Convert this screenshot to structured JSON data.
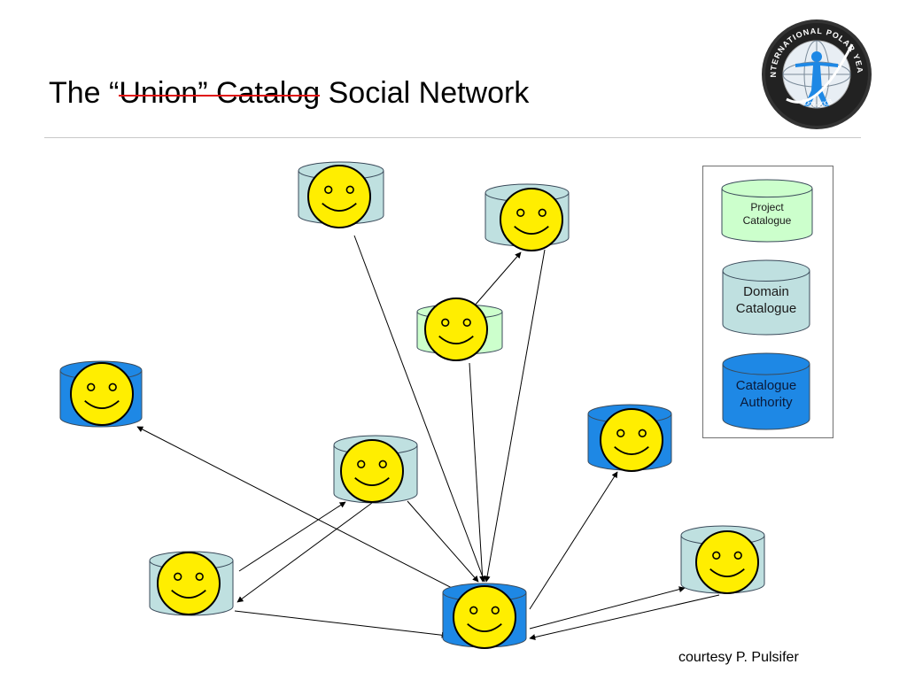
{
  "slide": {
    "title_prefix": "The “",
    "title_struck": "Union” Catalog",
    "title_suffix": " Social Network",
    "credit": "courtesy P. Pulsifer"
  },
  "logo": {
    "ring_text_top": "INTERNATIONAL POLAR YEAR",
    "ring_text_bottom": "2007-2008"
  },
  "legend": {
    "items": [
      {
        "key": "project",
        "lines": [
          "Project",
          "Catalogue"
        ],
        "fill": "#ccffcc"
      },
      {
        "key": "domain",
        "lines": [
          "Domain",
          "Catalogue"
        ],
        "fill": "#bfe0e0"
      },
      {
        "key": "authority",
        "lines": [
          "Catalogue",
          "Authority"
        ],
        "fill": "#1e88e5"
      }
    ]
  },
  "colors": {
    "project": "#ccffcc",
    "domain": "#bfe0e0",
    "authority": "#1e88e5",
    "smiley": "#ffee00",
    "title_strike": "#e01010"
  },
  "nodes": [
    {
      "id": "n1",
      "type": "domain"
    },
    {
      "id": "n2",
      "type": "domain"
    },
    {
      "id": "n3",
      "type": "project"
    },
    {
      "id": "n4",
      "type": "authority"
    },
    {
      "id": "n5",
      "type": "domain"
    },
    {
      "id": "n6",
      "type": "authority"
    },
    {
      "id": "n7",
      "type": "domain"
    },
    {
      "id": "n8",
      "type": "domain"
    },
    {
      "id": "n9",
      "type": "authority"
    }
  ],
  "edges": [
    {
      "from": "n1",
      "to": "n9"
    },
    {
      "from": "n2",
      "to": "n9"
    },
    {
      "from": "n3",
      "to": "n2"
    },
    {
      "from": "n3",
      "to": "n9"
    },
    {
      "from": "n9",
      "to": "n4"
    },
    {
      "from": "n5",
      "to": "n9"
    },
    {
      "from": "n5",
      "to": "n7"
    },
    {
      "from": "n7",
      "to": "n5"
    },
    {
      "from": "n7",
      "to": "n9"
    },
    {
      "from": "n9",
      "to": "n6"
    },
    {
      "from": "n9",
      "to": "n8"
    },
    {
      "from": "n8",
      "to": "n9"
    }
  ]
}
